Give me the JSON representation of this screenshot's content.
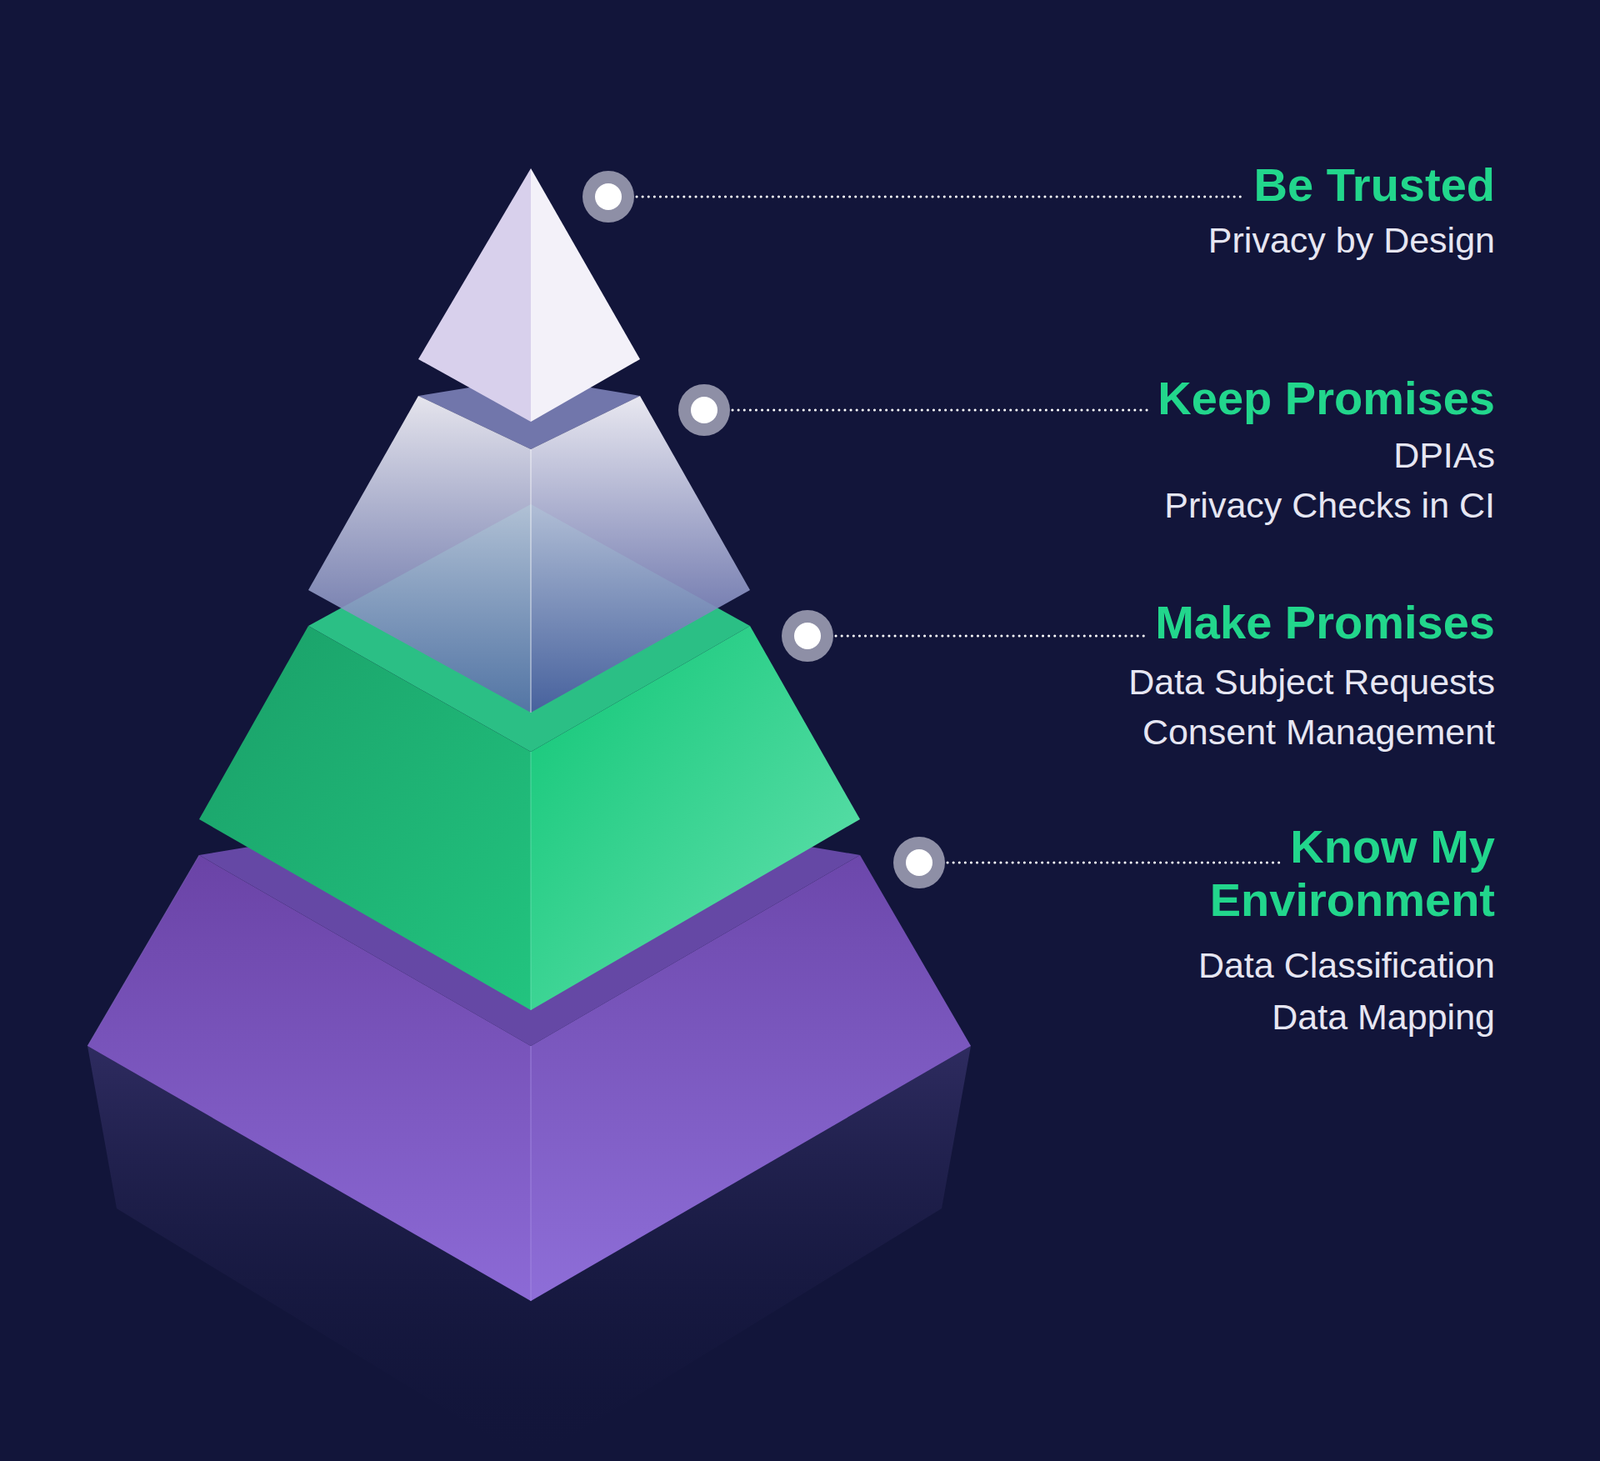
{
  "diagram": {
    "labels": [
      "Be Trusted",
      "Privacy by Design",
      "Keep Promises",
      "DPIAs",
      "Privacy Checks in CI",
      "Make Promises",
      "Data Subject Requests",
      "Consent Management",
      "Know My Environment",
      "Data Classification",
      "Data Mapping"
    ]
  }
}
